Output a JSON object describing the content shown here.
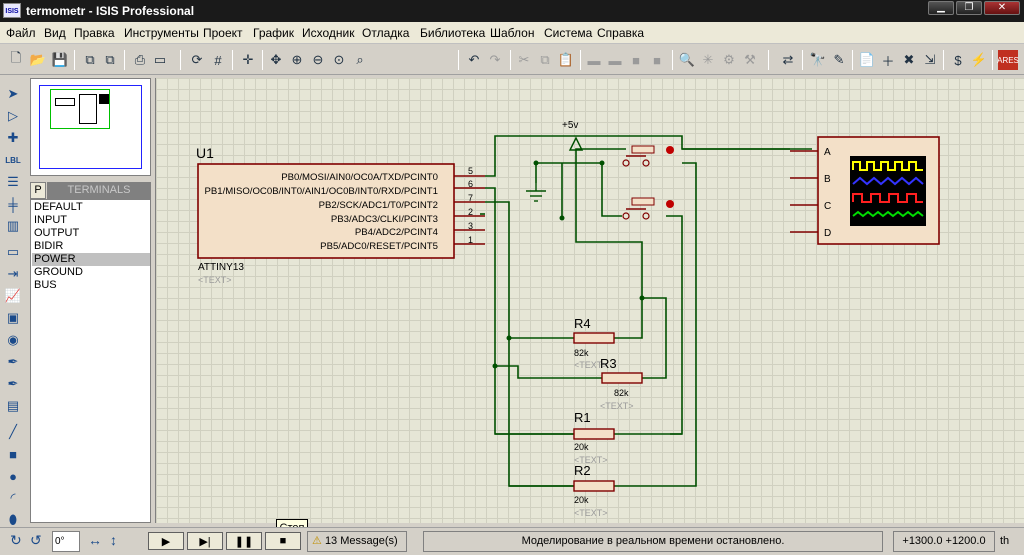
{
  "window": {
    "title": "termometr - ISIS Professional",
    "app_icon": "ISIS",
    "controls": [
      "minimize-icon",
      "restore-icon",
      "close-icon"
    ]
  },
  "menu": [
    "Файл",
    "Вид",
    "Правка",
    "Инструменты",
    "Проект",
    "График",
    "Исходник",
    "Отладка",
    "Библиотека",
    "Шаблон",
    "Система",
    "Справка"
  ],
  "device_selector": {
    "p_button": "P",
    "header": "TERMINALS",
    "items": [
      "DEFAULT",
      "INPUT",
      "OUTPUT",
      "BIDIR",
      "POWER",
      "GROUND",
      "BUS"
    ],
    "selected": "POWER"
  },
  "schematic": {
    "mcu": {
      "ref": "U1",
      "part": "ATTINY13",
      "text_placeholder": "<TEXT>",
      "pins": [
        {
          "name": "PB0/MOSI/AIN0/OC0A/TXD/PCINT0",
          "num": "5"
        },
        {
          "name": "PB1/MISO/OC0B/INT0/AIN1/OC0B/INT0/RXD/PCINT1",
          "num": "6"
        },
        {
          "name": "PB2/SCK/ADC1/T0/PCINT2",
          "num": "7"
        },
        {
          "name": "PB3/ADC3/CLKI/PCINT3",
          "num": "2"
        },
        {
          "name": "PB4/ADC2/PCINT4",
          "num": "3"
        },
        {
          "name": "PB5/ADC0/RESET/PCINT5",
          "num": "1"
        }
      ]
    },
    "power_label": "+5v",
    "resistors": [
      {
        "ref": "R4",
        "value": "82k",
        "text": "<TEXT>"
      },
      {
        "ref": "R3",
        "value": "82k",
        "text": "<TEXT>"
      },
      {
        "ref": "R1",
        "value": "20k",
        "text": "<TEXT>"
      },
      {
        "ref": "R2",
        "value": "20k",
        "text": "<TEXT>"
      }
    ],
    "scope_channels": [
      "A",
      "B",
      "C",
      "D"
    ],
    "trace_colors": [
      "#ffff00",
      "#3333ff",
      "#ff2020",
      "#00dd00"
    ]
  },
  "sim_controls": {
    "rotation_value": "0°",
    "buttons": [
      "play-icon",
      "step-icon",
      "pause-icon",
      "stop-icon"
    ],
    "tooltip": "Стоп"
  },
  "status": {
    "messages": "13 Message(s)",
    "text": "Моделирование в реальном времени остановлено.",
    "coords": "+1300.0  +1200.0",
    "unit": "th"
  }
}
